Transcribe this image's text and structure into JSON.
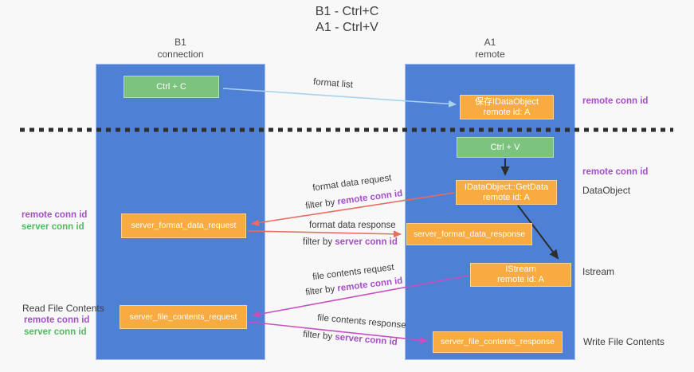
{
  "title": {
    "line1": "B1 - Ctrl+C",
    "line2": "A1 - Ctrl+V"
  },
  "columns": {
    "left": {
      "name": "B1",
      "role": "connection"
    },
    "right": {
      "name": "A1",
      "role": "remote"
    }
  },
  "nodes": {
    "ctrl_c": {
      "label": "Ctrl + C"
    },
    "save_idataobject": {
      "line1": "保存IDataObject",
      "line2": "remote id: A"
    },
    "ctrl_v": {
      "label": "Ctrl + V"
    },
    "getdata": {
      "line1": "IDataObject::GetData",
      "line2": "remote id: A"
    },
    "server_format_data_request": {
      "label": "server_format_data_request"
    },
    "server_format_data_response": {
      "label": "server_format_data_response"
    },
    "istream": {
      "line1": "IStream",
      "line2": "remote id: A"
    },
    "server_file_contents_request": {
      "label": "server_file_contents_request"
    },
    "server_file_contents_response": {
      "label": "server_file_contents_response"
    }
  },
  "arrows": {
    "format_list": "format list",
    "format_data_request": "format data request",
    "format_data_response": "format data response",
    "file_contents_request": "file contents request",
    "file_contents_response": "file contents response",
    "filter_by": "filter by ",
    "remote_conn_id": "remote conn id",
    "server_conn_id": "server conn id"
  },
  "side_labels": {
    "remote_conn_id": "remote conn id",
    "server_conn_id": "server conn id",
    "dataobject": "DataObject",
    "istream": "Istream",
    "read_file_contents": "Read File Contents",
    "write_file_contents": "Write File Contents"
  },
  "colors": {
    "lifeline_blue": "#4e81d5",
    "node_green": "#7cc47e",
    "node_orange": "#f8ab40",
    "arrow_light_blue": "#a8d2ee",
    "arrow_salmon": "#e96c60",
    "arrow_magenta": "#c94fc0",
    "arrow_black": "#2d2d2d",
    "text_purple": "#a34fc7",
    "text_green": "#53b95f"
  }
}
